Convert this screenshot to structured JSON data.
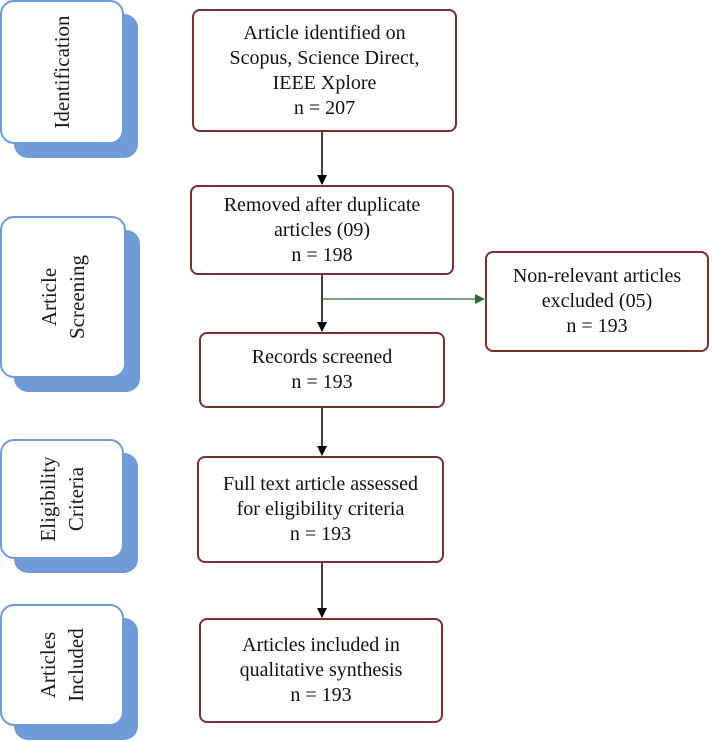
{
  "stages": [
    {
      "id": "identification",
      "label": "Identification"
    },
    {
      "id": "screening",
      "label": "Article\nScreening"
    },
    {
      "id": "eligibility",
      "label": "Eligibility\nCriteria"
    },
    {
      "id": "included",
      "label": "Articles\nIncluded"
    }
  ],
  "boxes": {
    "identified": "Article identified on\nScopus, Science Direct,\nIEEE Xplore\nn = 207",
    "duplicates": "Removed after duplicate\narticles (09)\nn = 198",
    "excluded": "Non-relevant articles\nexcluded (05)\nn = 193",
    "screened": "Records screened\nn = 193",
    "fulltext": "Full text article assessed\nfor eligibility criteria\nn = 193",
    "included": "Articles included in\nqualitative synthesis\nn = 193"
  },
  "colors": {
    "stage_border": "#6f9bd8",
    "stage_shadow": "#6f9bd8",
    "box_border": "#7b2f2f",
    "arrow": "#000000",
    "exclusion_arrow": "#2e6b3a"
  }
}
